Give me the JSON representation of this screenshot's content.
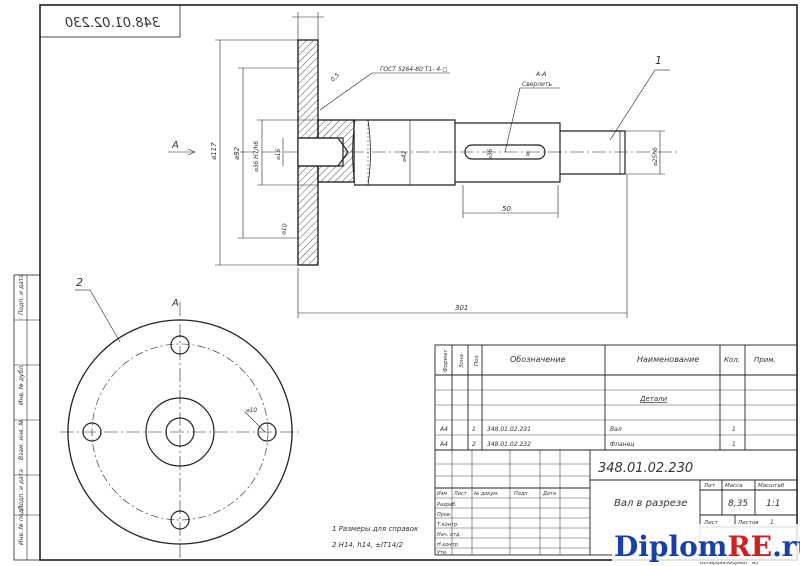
{
  "stamp_top": "348.01.02.230",
  "title_block": {
    "designation": "348.01.02.230",
    "name": "Вал в разрезе",
    "header_labels": {
      "lit": "Лит",
      "mass": "Масса",
      "scale": "Масштаб",
      "sheet": "Лист",
      "sheets": "Листов"
    },
    "mass_value": "8,35",
    "scale_value": "1:1",
    "sheets_value": "1",
    "rows": [
      "Изм",
      "Лист",
      "№ докум.",
      "Подп.",
      "Дата"
    ],
    "roles": [
      "Разраб.",
      "Пров.",
      "Т.контр.",
      "Нач. отд.",
      "Н.контр.",
      "Утв."
    ]
  },
  "spec_table": {
    "headers": [
      "Формат",
      "Зона",
      "Поз.",
      "Обозначение",
      "Наименование",
      "Кол.",
      "Прим."
    ],
    "section": "Детали",
    "rows": [
      {
        "format": "А4",
        "pos": "1",
        "designation": "348.01.02.231",
        "name": "Вал",
        "qty": "1"
      },
      {
        "format": "А4",
        "pos": "2",
        "designation": "348.01.02.232",
        "name": "Фланец",
        "qty": "1"
      }
    ]
  },
  "notes": [
    "1 Размеры для справок",
    "2 Н14, h14, ±IT14/2"
  ],
  "side_labels": [
    "Инв. № подл.",
    "Подп. и дата",
    "Взам. инв. №",
    "Инв. № дубл.",
    "Подп. и дата"
  ],
  "dimensions": {
    "total_length": "301",
    "keyway_length": "50",
    "d_shaft": "⌀42",
    "d_bolt_circle": "⌀92",
    "d_flange": "⌀117",
    "d_hub": "⌀36 H7/h6",
    "d_bore": "⌀16",
    "d_key_seat": "⌀36",
    "d_end": "⌀25h6",
    "key_width": "8",
    "chamfer": "0,5",
    "hole_dia": "⌀10"
  },
  "weld_note": "ГОСТ 5264-80  Т1-  4-◻",
  "section_label": "А-А",
  "section_note": "Сверлить",
  "view_label": "А",
  "callouts": [
    "1",
    "2"
  ],
  "format_label": "Формат",
  "format_value": "А3",
  "copy_label": "Копировал",
  "watermark": {
    "part1": "Diplom",
    "part2": "RE",
    "part3": ".ru"
  },
  "colors": {
    "line": "#222222",
    "hatch": "#555555",
    "watermark_blue": "#1b3fa8",
    "watermark_red": "#d22020"
  }
}
